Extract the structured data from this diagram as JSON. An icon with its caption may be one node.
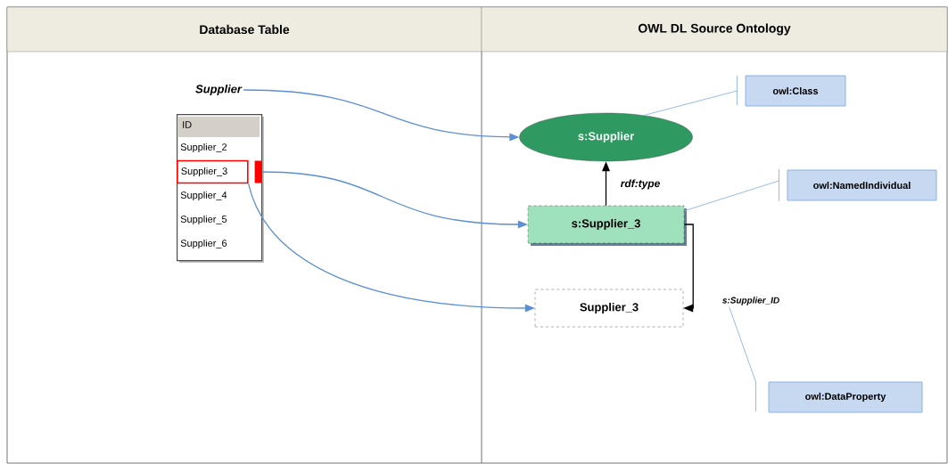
{
  "diagram": {
    "nodes": [
      {
        "text": [
          "Database Table"
        ]
      },
      {
        "text": [
          "OWL DL Source Ontology"
        ]
      },
      {
        "text": [
          "Supplier"
        ]
      },
      {
        "text": [
          "ID"
        ]
      },
      {
        "text": [
          "Supplier_2"
        ],
        "in": 3
      },
      {
        "text": [
          "Supplier_3"
        ],
        "in": 3
      },
      {
        "text": [
          "Supplier_4"
        ],
        "in": 3
      },
      {
        "text": [
          "Supplier_5"
        ],
        "in": 3
      },
      {
        "text": [
          "Supplier_6"
        ],
        "in": 3
      },
      {
        "text": [
          "s:Supplier"
        ]
      },
      {
        "text": [
          "owl:Class"
        ]
      },
      {
        "text": [
          "s:Supplier_3"
        ]
      },
      {
        "text": [
          "owl:NamedIndividual"
        ]
      },
      {
        "text": [
          "Supplier_3"
        ]
      },
      {
        "text": [
          "s:Supplier_ID"
        ]
      },
      {
        "text": [
          "owl:DataProperty"
        ]
      }
    ],
    "edges": [
      {
        "from": 2,
        "to": 9,
        "arrow": "to",
        "color": "#5b8fd6"
      },
      {
        "from": 5,
        "to": 11,
        "arrow": "to",
        "color": "#5b8fd6"
      },
      {
        "from": 5,
        "to": 13,
        "arrow": "to",
        "color": "#5b8fd6"
      },
      {
        "from": 11,
        "to": 9,
        "arrow": "to",
        "label": "rdf:type",
        "color": "#000000"
      },
      {
        "from": 11,
        "to": 13,
        "arrow": "to",
        "color": "#000000"
      },
      {
        "from": 9,
        "to": 10,
        "arrow": "none",
        "color": "#8db3e2"
      },
      {
        "from": 11,
        "to": 12,
        "arrow": "none",
        "color": "#8db3e2"
      },
      {
        "from": 14,
        "to": 15,
        "arrow": "none",
        "color": "#8db3e2"
      }
    ]
  }
}
